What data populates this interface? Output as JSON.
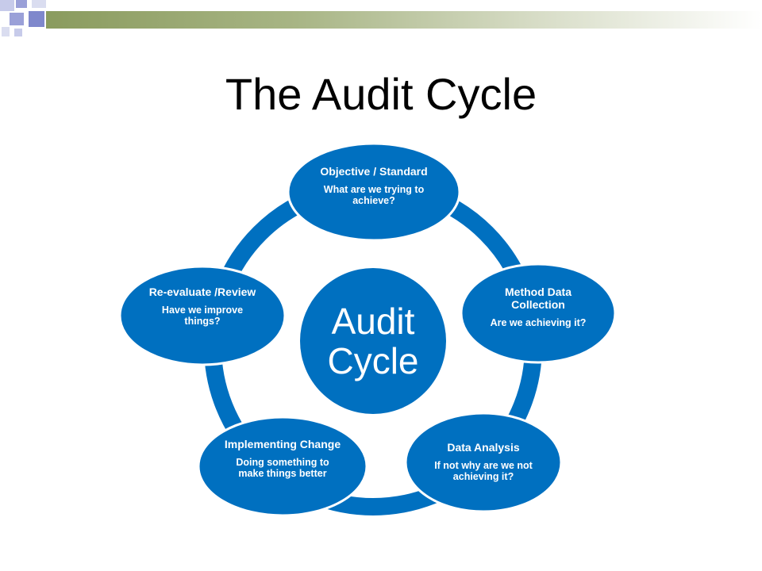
{
  "slide": {
    "title": "The Audit Cycle"
  },
  "colors": {
    "diagram_blue": "#0070C0",
    "deco_olive": "#8A9B5E",
    "deco_lavender": "#9AA0D8",
    "deco_light": "#C7CBEA"
  },
  "diagram": {
    "center": {
      "line1": "Audit",
      "line2": "Cycle"
    },
    "nodes": [
      {
        "heading": "Objective / Standard",
        "detail": "What are we trying to achieve?"
      },
      {
        "heading": "Method Data Collection",
        "detail": "Are we achieving it?"
      },
      {
        "heading": "Data Analysis",
        "detail": "If not why are we not achieving it?"
      },
      {
        "heading": "Implementing Change",
        "detail": "Doing something to make things better"
      },
      {
        "heading": "Re-evaluate /Review",
        "detail": "Have we improve things?"
      }
    ]
  }
}
